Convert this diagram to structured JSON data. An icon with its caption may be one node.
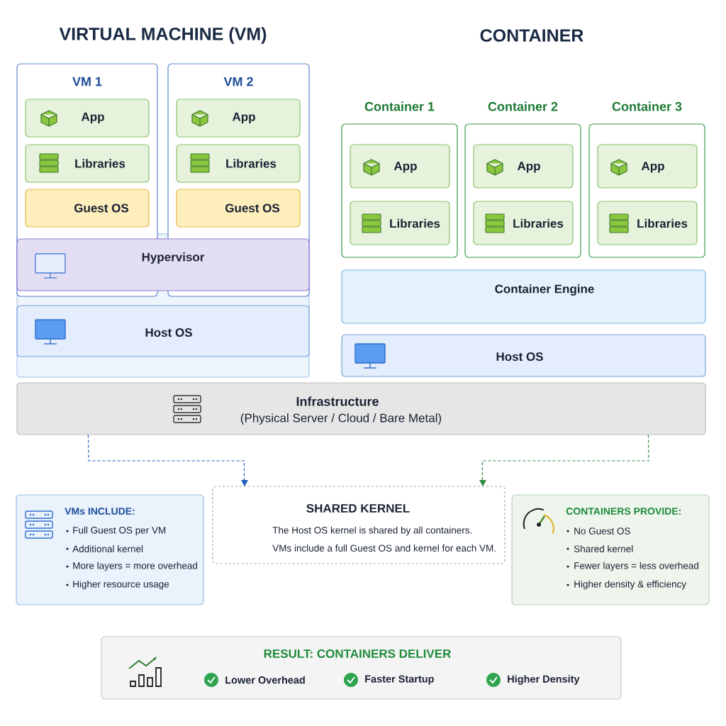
{
  "diagram": {
    "nodes": [
      {
        "text": [
          "VM 1"
        ]
      },
      {
        "text": [
          "App"
        ],
        "in": 0
      },
      {
        "text": [
          "Libraries"
        ],
        "in": 0
      },
      {
        "text": [
          "Guest OS"
        ],
        "in": 0
      },
      {
        "text": [
          "VM 2"
        ]
      },
      {
        "text": [
          "App"
        ],
        "in": 4
      },
      {
        "text": [
          "Libraries"
        ],
        "in": 4
      },
      {
        "text": [
          "Guest OS"
        ],
        "in": 4
      },
      {
        "text": [
          "Hypervisor"
        ]
      },
      {
        "text": [
          "Host OS"
        ]
      },
      {
        "text": [
          "Container 1"
        ]
      },
      {
        "text": [
          "App"
        ],
        "in": 10
      },
      {
        "text": [
          "Libraries"
        ],
        "in": 10
      },
      {
        "text": [
          "Container 2"
        ]
      },
      {
        "text": [
          "App"
        ],
        "in": 13
      },
      {
        "text": [
          "Libraries"
        ],
        "in": 13
      },
      {
        "text": [
          "Container 3"
        ]
      },
      {
        "text": [
          "App"
        ],
        "in": 16
      },
      {
        "text": [
          "Libraries"
        ],
        "in": 16
      },
      {
        "text": [
          "Container Engine"
        ]
      },
      {
        "text": [
          "Host OS"
        ]
      },
      {
        "text": [
          "Infrastructure",
          "(Physical Server / Cloud / Bare Metal)"
        ]
      },
      {
        "text": [
          "VMs INCLUDE:",
          "Full Guest OS per VM",
          "Additional kernel",
          "More layers = more overhead",
          "Higher resource usage"
        ]
      },
      {
        "text": [
          "SHARED KERNEL",
          "The Host OS kernel is shared by all containers.",
          "VMs include a full Guest OS and kernel for each VM."
        ]
      },
      {
        "text": [
          "CONTAINERS PROVIDE:",
          "No Guest OS",
          "Shared kernel",
          "Fewer layers = less overhead",
          "Higher density & efficiency"
        ]
      },
      {
        "text": [
          "RESULT: CONTAINERS DELIVER",
          "Lower Overhead",
          "Faster Startup",
          "Higher Density"
        ]
      }
    ],
    "edges": [
      {
        "from": 21,
        "to": 23,
        "arrow": "to",
        "style": "dashed",
        "color": "#1f5fbf"
      },
      {
        "from": 21,
        "to": 23,
        "arrow": "to",
        "style": "dashed",
        "color": "#2e8b3e"
      }
    ],
    "labels": [
      "VIRTUAL MACHINE (VM)",
      "CONTAINER"
    ]
  }
}
